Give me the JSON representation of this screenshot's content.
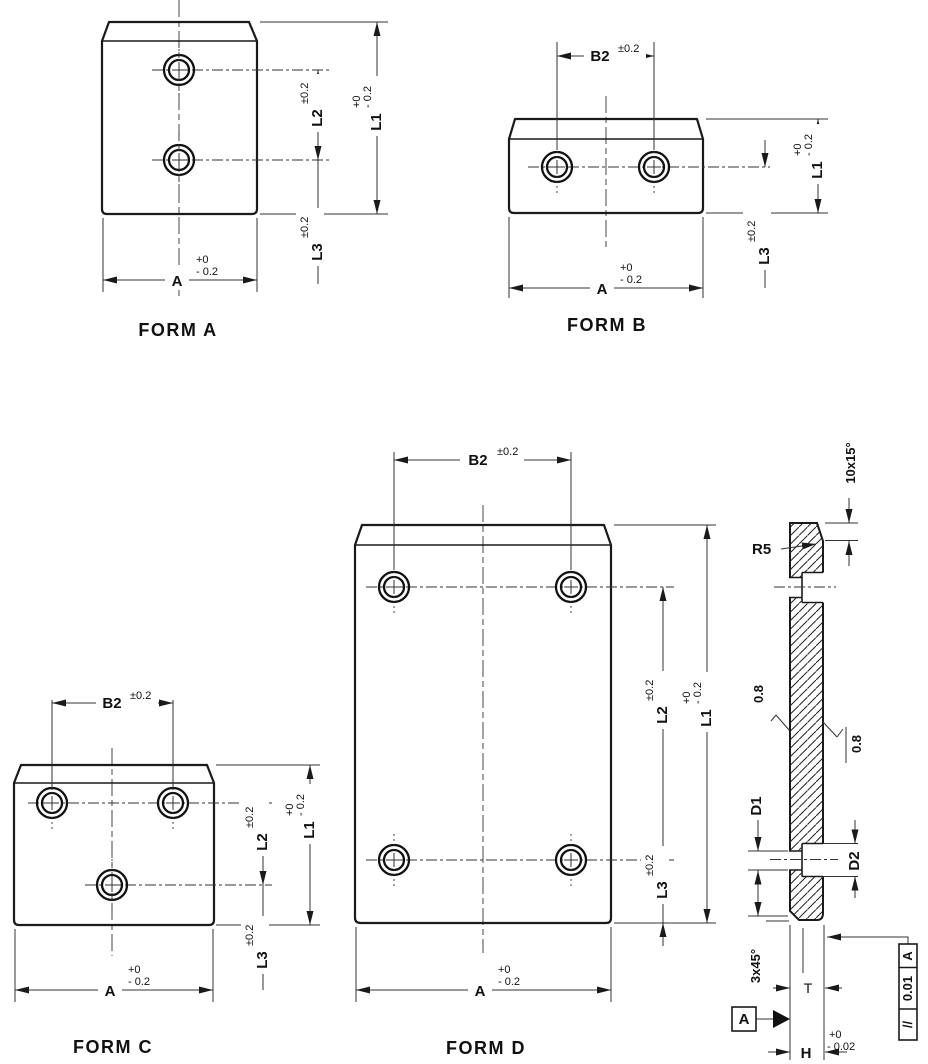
{
  "dim": {
    "a": "A",
    "b2": "B2",
    "l1": "L1",
    "l2": "L2",
    "l3": "L3",
    "d1": "D1",
    "d2": "D2",
    "t": "T",
    "h": "H",
    "r5": "R5"
  },
  "tol": {
    "pm": "±0.2",
    "plus": "+0",
    "minus": "- 0.2",
    "hplus": "+0",
    "hminus": "- 0.02"
  },
  "captions": {
    "a": "FORM A",
    "b": "FORM B",
    "c": "FORM C",
    "d": "FORM D"
  },
  "side": {
    "top_chamfer": "10x15°",
    "bottom_chamfer": "3x45°",
    "rough_left": "0.8",
    "rough_right": "0.8",
    "datum": "A",
    "fcf_symbol": "//",
    "fcf_value": "0.01",
    "fcf_datum": "A"
  }
}
